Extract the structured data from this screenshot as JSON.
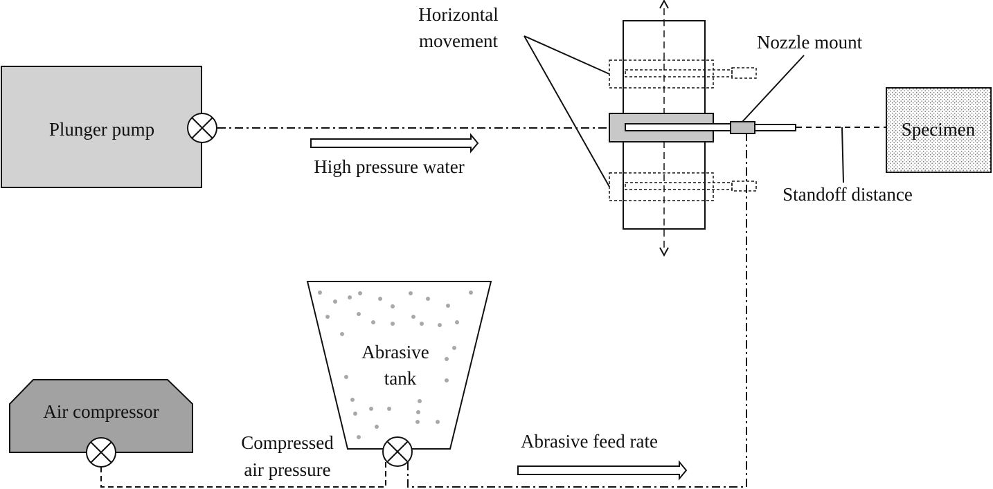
{
  "labels": {
    "plunger_pump": "Plunger pump",
    "high_pressure_water": "High pressure water",
    "horizontal_movement_line1": "Horizontal",
    "horizontal_movement_line2": "movement",
    "nozzle_mount": "Nozzle mount",
    "specimen": "Specimen",
    "standoff_distance": "Standoff distance",
    "abrasive_tank_line1": "Abrasive",
    "abrasive_tank_line2": "tank",
    "air_compressor": "Air compressor",
    "compressed_air_line1": "Compressed",
    "compressed_air_line2": "air pressure",
    "abrasive_feed_rate": "Abrasive feed rate"
  },
  "colors": {
    "stroke": "#111111",
    "pump_fill": "#d3d2d3",
    "compressor_fill": "#a3a2a2",
    "mount_fill": "#c8c8c8",
    "nozzle_fill": "#c0c0c0",
    "abrasive_dots": "#a8a8a8",
    "specimen_dots": "#707070"
  }
}
